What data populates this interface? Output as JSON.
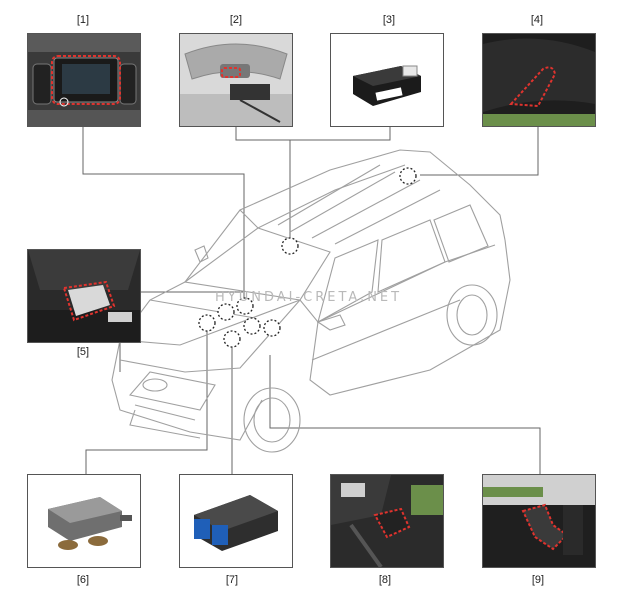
{
  "callouts": [
    {
      "id": "1",
      "label": "[1]"
    },
    {
      "id": "2",
      "label": "[2]"
    },
    {
      "id": "3",
      "label": "[3]"
    },
    {
      "id": "4",
      "label": "[4]"
    },
    {
      "id": "5",
      "label": "[5]"
    },
    {
      "id": "6",
      "label": "[6]"
    },
    {
      "id": "7",
      "label": "[7]"
    },
    {
      "id": "8",
      "label": "[8]"
    },
    {
      "id": "9",
      "label": "[9]"
    }
  ],
  "watermark": "HYUNDAI-CRETA.NET",
  "colors": {
    "highlight": "#e0332e",
    "line": "#666666",
    "car_stroke": "#9a9a9a"
  },
  "icons": {
    "p1": "dashboard-head-unit-photo",
    "p2": "overhead-console-photo",
    "p3": "sensor-module-photo",
    "p4": "roof-panel-photo",
    "p5": "floor-console-module-photo",
    "p6": "connector-module-photo",
    "p7": "airbag-control-unit-photo",
    "p8": "under-dash-module-photo",
    "p9": "footwell-module-photo"
  }
}
